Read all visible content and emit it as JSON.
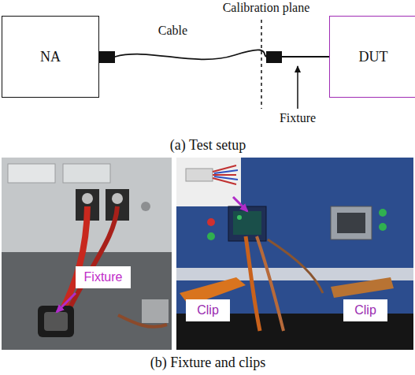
{
  "diagram": {
    "nodes": [
      {
        "text": [
          "NA"
        ]
      },
      {
        "text": [
          "DUT"
        ]
      },
      {
        "text": [
          "Fixture"
        ]
      },
      {
        "text": [
          "Clip"
        ]
      },
      {
        "text": [
          "Clip"
        ]
      }
    ],
    "edges": [
      {
        "from": 0,
        "to": 1,
        "arrow": "none",
        "label": "Cable"
      }
    ],
    "labels": [
      "Calibration plane",
      "Fixture",
      "(a) Test setup",
      "(b) Fixture and clips"
    ]
  }
}
